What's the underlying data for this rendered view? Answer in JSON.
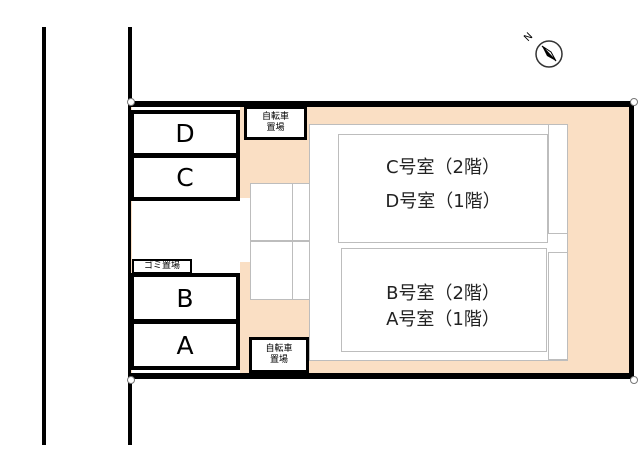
{
  "parking": [
    {
      "id": "D",
      "label": "D"
    },
    {
      "id": "C",
      "label": "C"
    },
    {
      "id": "B",
      "label": "B"
    },
    {
      "id": "A",
      "label": "A"
    }
  ],
  "bicycle_top": {
    "line1": "自転車",
    "line2": "置場"
  },
  "bicycle_bottom": {
    "line1": "自転車",
    "line2": "置場"
  },
  "garbage": {
    "label": "ゴミ置場"
  },
  "building_north": {
    "line1": "C号室（2階）",
    "line2": "D号室（1階）"
  },
  "building_south": {
    "line1": "B号室（2階）",
    "line2": "A号室（1階）"
  },
  "compass": {
    "label": "N"
  },
  "colors": {
    "lot_fill": "#fadfc4",
    "line": "#000000"
  }
}
